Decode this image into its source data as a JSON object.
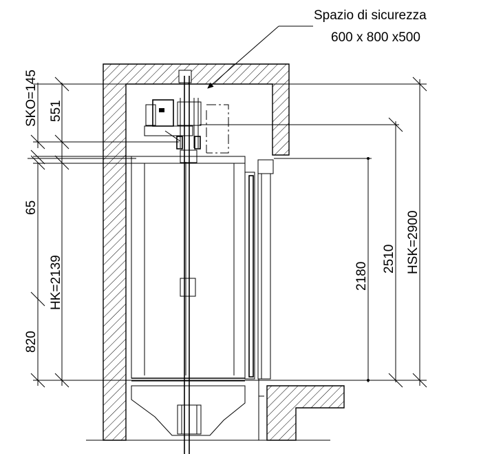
{
  "callout": {
    "line1": "Spazio di sicurezza",
    "line2": "600 x 800 x500"
  },
  "dimensions": {
    "sko": "SKO=145",
    "d551": "551",
    "d65": "65",
    "hk": "HK=2139",
    "d820": "820",
    "d2180": "2180",
    "d2510": "2510",
    "hsk": "HSK=2900"
  },
  "colors": {
    "line": "#000000",
    "background": "#ffffff"
  }
}
